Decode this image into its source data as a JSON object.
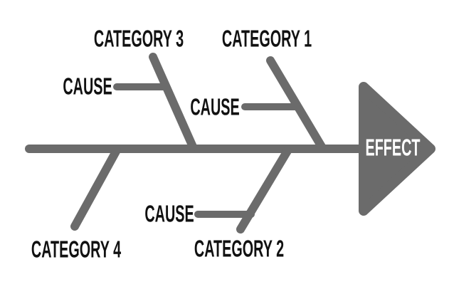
{
  "diagram": {
    "type": "fishbone-cause-and-effect",
    "effect": {
      "label": "EFFECT"
    },
    "categories": [
      {
        "label": "CATEGORY 1",
        "position": "top-right"
      },
      {
        "label": "CATEGORY 2",
        "position": "bottom-right"
      },
      {
        "label": "CATEGORY 3",
        "position": "top-left"
      },
      {
        "label": "CATEGORY 4",
        "position": "bottom-left"
      }
    ],
    "causes": [
      {
        "label": "CAUSE",
        "attached_to": "CATEGORY 3"
      },
      {
        "label": "CAUSE",
        "attached_to": "CATEGORY 1"
      },
      {
        "label": "CAUSE",
        "attached_to": "CATEGORY 2"
      }
    ],
    "colors": {
      "line": "#6b6b6b",
      "label_text": "#111111",
      "effect_text": "#ffffff",
      "background": "#ffffff"
    }
  }
}
